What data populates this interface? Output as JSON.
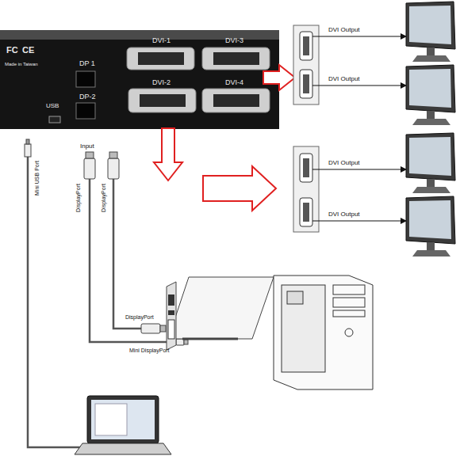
{
  "diagram": {
    "nodes": [
      {
        "text": [
          "FC",
          "CE",
          "Made in Taiwan",
          "DP 1",
          "DP-2",
          "USB",
          "DVI-1",
          "DVI-3",
          "DVI-2",
          "DVI-4"
        ]
      }
    ],
    "labels": [
      "DVI Output",
      "DVI Output",
      "DVI Output",
      "DVI Output",
      "Mini USB Port",
      "Input",
      "DisplayPort",
      "DisplayPort",
      "DisplayPort",
      "Mini DisplayPort"
    ]
  }
}
